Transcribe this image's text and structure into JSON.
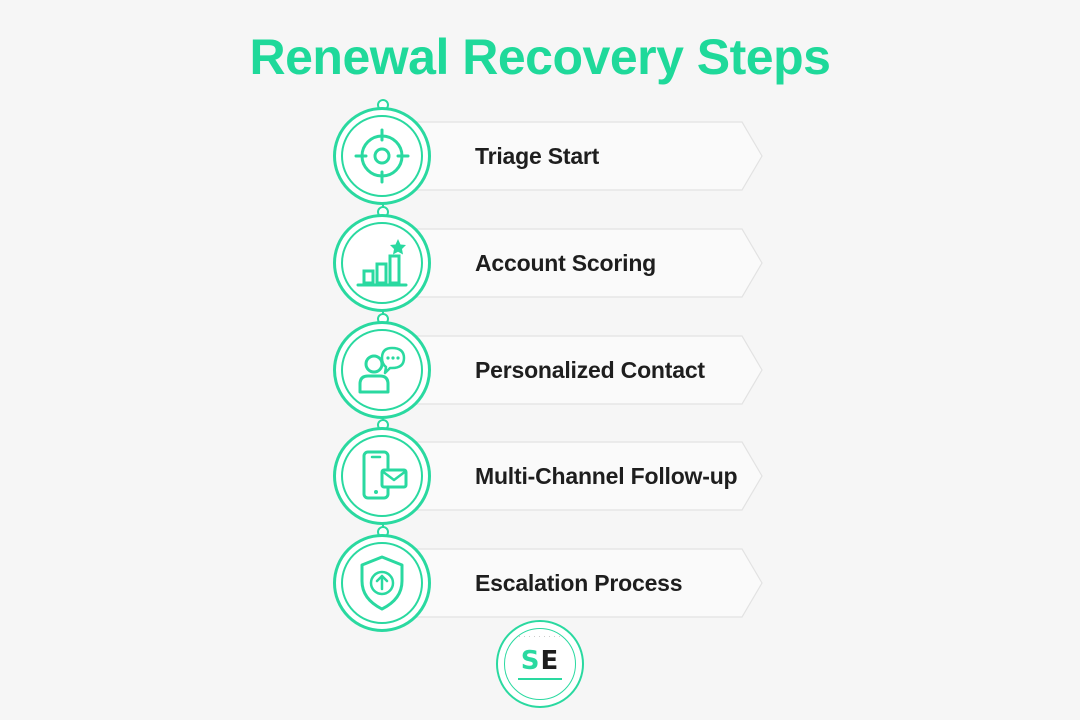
{
  "title": "Renewal Recovery Steps",
  "accent_color": "#2ad9a0",
  "title_color": "#1fd99a",
  "steps": [
    {
      "label": "Triage Start",
      "icon": "crosshair-target-icon"
    },
    {
      "label": "Account Scoring",
      "icon": "bar-chart-star-icon"
    },
    {
      "label": "Personalized Contact",
      "icon": "person-chat-icon"
    },
    {
      "label": "Multi-Channel Follow-up",
      "icon": "phone-mail-icon"
    },
    {
      "label": "Escalation Process",
      "icon": "shield-arrow-up-icon"
    }
  ],
  "logo": {
    "letter_1": "S",
    "letter_2": "E"
  }
}
